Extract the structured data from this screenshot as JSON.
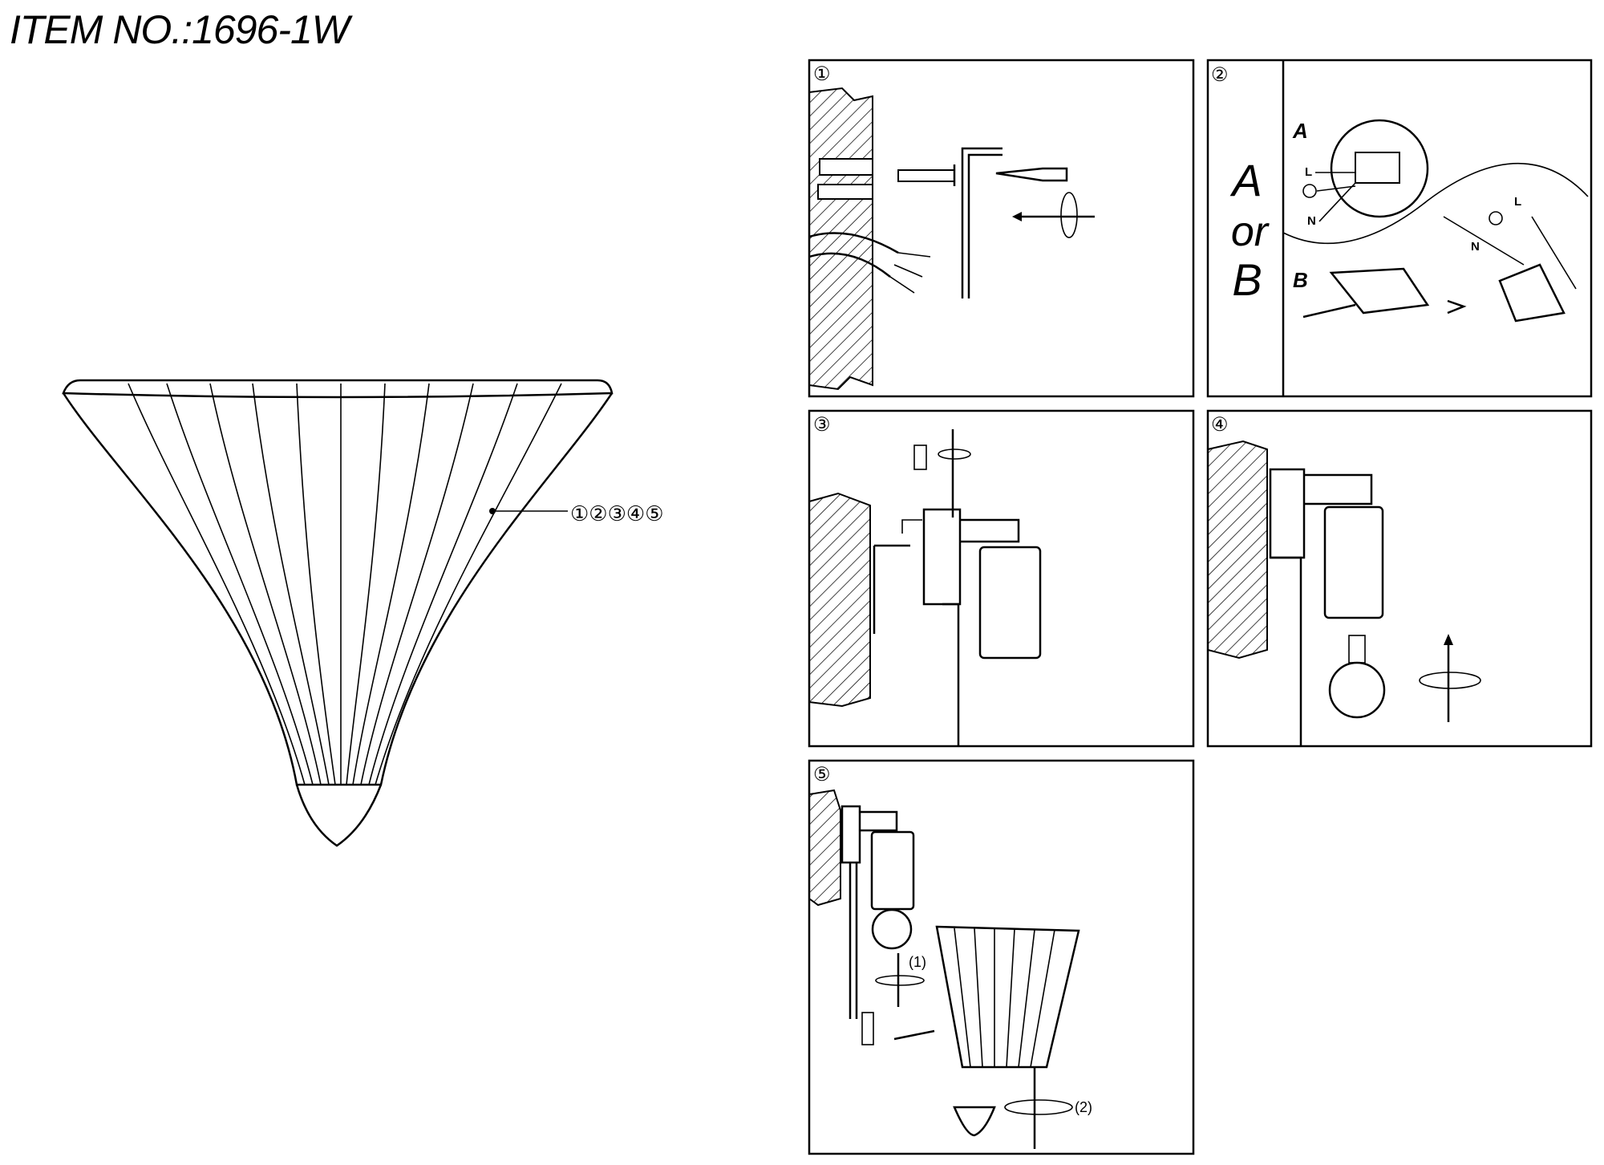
{
  "title": "ITEM NO.:1696-1W",
  "callout": "①②③④⑤",
  "steps": [
    {
      "number": "①"
    },
    {
      "number": "②",
      "side_label_a": "A",
      "side_label_or": "or",
      "side_label_b": "B",
      "option_a": "A",
      "option_b": "B",
      "live": "L",
      "neutral": "N",
      "live2": "L",
      "neutral2": "N"
    },
    {
      "number": "③"
    },
    {
      "number": "④"
    },
    {
      "number": "⑤",
      "sub1": "(1)",
      "sub2": "(2)"
    }
  ]
}
